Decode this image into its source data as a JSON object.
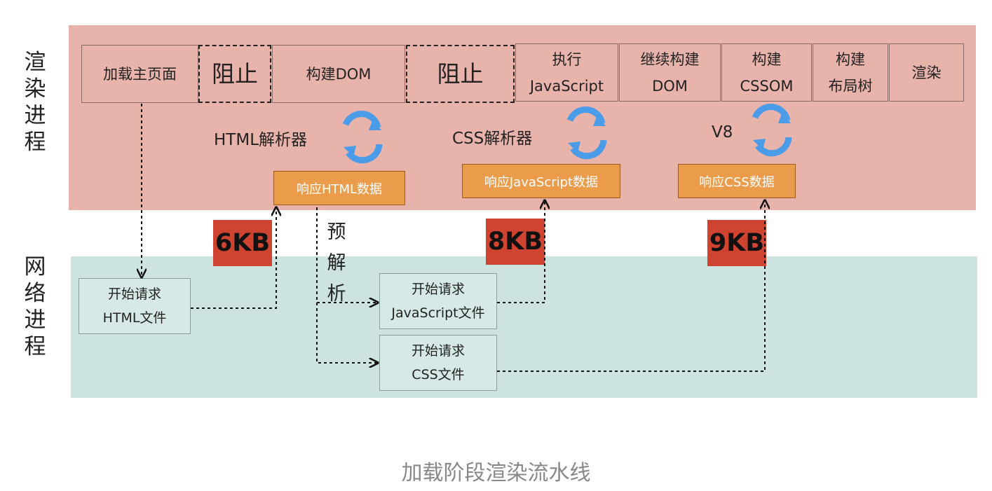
{
  "lanes": {
    "render": "渲\n染\n进\n程",
    "network": "网\n络\n进\n程"
  },
  "stages": [
    {
      "label": "加载主页面",
      "type": "normal"
    },
    {
      "label": "阻止",
      "type": "block"
    },
    {
      "label": "构建DOM",
      "type": "normal"
    },
    {
      "label": "阻止",
      "type": "block"
    },
    {
      "label": "执行\nJavaScript",
      "type": "normal"
    },
    {
      "label": "继续构建\nDOM",
      "type": "normal"
    },
    {
      "label": "构建\nCSSOM",
      "type": "normal"
    },
    {
      "label": "构建\n布局树",
      "type": "normal"
    },
    {
      "label": "渲染",
      "type": "normal"
    }
  ],
  "parsers": [
    {
      "label": "HTML解析器",
      "icon": "refresh-icon"
    },
    {
      "label": "CSS解析器",
      "icon": "refresh-icon"
    },
    {
      "label": "V8",
      "icon": "refresh-icon"
    }
  ],
  "responses": [
    {
      "label": "响应HTML数据"
    },
    {
      "label": "响应JavaScript数据"
    },
    {
      "label": "响应CSS数据"
    }
  ],
  "sizes": [
    "6KB",
    "8KB",
    "9KB"
  ],
  "preparse": "预\n解\n析",
  "requests": [
    {
      "line1": "开始请求",
      "line2": "HTML文件"
    },
    {
      "line1": "开始请求",
      "line2": "JavaScript文件"
    },
    {
      "line1": "开始请求",
      "line2": "CSS文件"
    }
  ],
  "caption": "加载阶段渲染流水线",
  "colors": {
    "render_lane": "#e8b3ab",
    "network_lane": "#cce3e0",
    "response_box": "#ea9c4a",
    "size_badge": "#cf4430",
    "refresh_icon": "#4a9be8"
  }
}
